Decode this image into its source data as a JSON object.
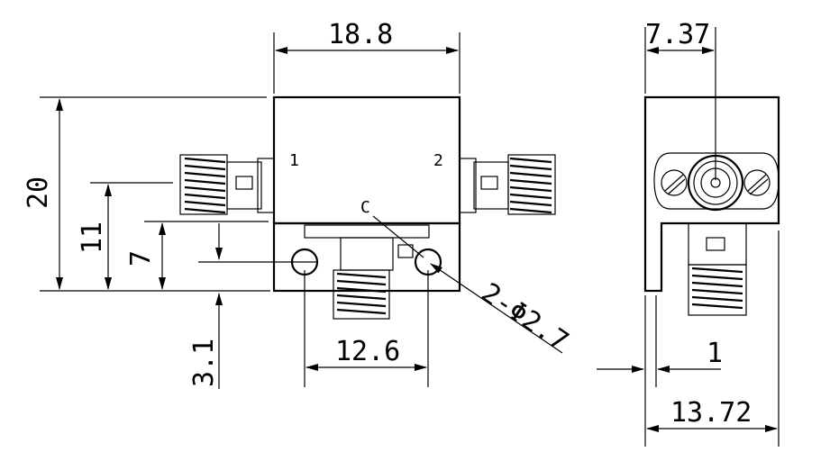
{
  "dimensions": {
    "width_top": "18.8",
    "height_total": "20",
    "height_11": "11",
    "height_7": "7",
    "offset_3_1": "3.1",
    "hole_spacing": "12.6",
    "holes": "2-Φ2.7",
    "side_top": "7.37",
    "side_wall": "1",
    "side_width": "13.72"
  },
  "labels": {
    "port1": "1",
    "port2": "2",
    "port_c": "C"
  }
}
